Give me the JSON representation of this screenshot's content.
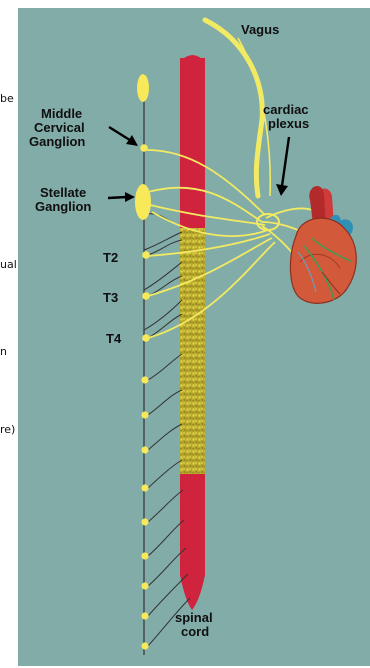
{
  "left_text_fragments": [
    "be",
    "ual",
    "n",
    "re)"
  ],
  "labels": {
    "vagus": "Vagus",
    "cardiac_plexus_line1": "cardiac",
    "cardiac_plexus_line2": "plexus",
    "middle_cervical_line1": "Middle",
    "middle_cervical_line2": "Cervical",
    "middle_cervical_line3": "Ganglion",
    "stellate_line1": "Stellate",
    "stellate_line2": "Ganglion",
    "t2": "T2",
    "t3": "T3",
    "t4": "T4",
    "spinal_line1": "spinal",
    "spinal_line2": "cord"
  },
  "colors": {
    "background": "#82aca8",
    "spinal_cord": "#d0243e",
    "thoracic_segment": "#c0ae30",
    "nerve": "#f2ea62",
    "ganglion": "#f7e95a",
    "heart": "#d25a3a",
    "vessel": "#2f8fb4",
    "chain": "#3a3a3a"
  }
}
